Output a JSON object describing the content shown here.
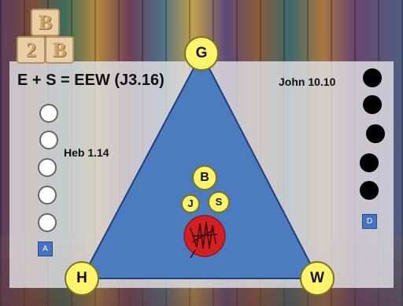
{
  "logo": {
    "letters": [
      "B",
      "2",
      "B"
    ]
  },
  "formula": "E + S = EEW (J3.16)",
  "references": {
    "left": "Heb 1.14",
    "right": "John 10.10"
  },
  "vertices": {
    "top": "G",
    "left": "H",
    "right": "W"
  },
  "inner_circles": {
    "b": "B",
    "j": "J",
    "s": "S"
  },
  "tags": {
    "left": "A",
    "right": "D"
  },
  "colors": {
    "triangle": "#4a7cbf",
    "vertex": "#fff46a",
    "heart": "#d31f1f"
  }
}
